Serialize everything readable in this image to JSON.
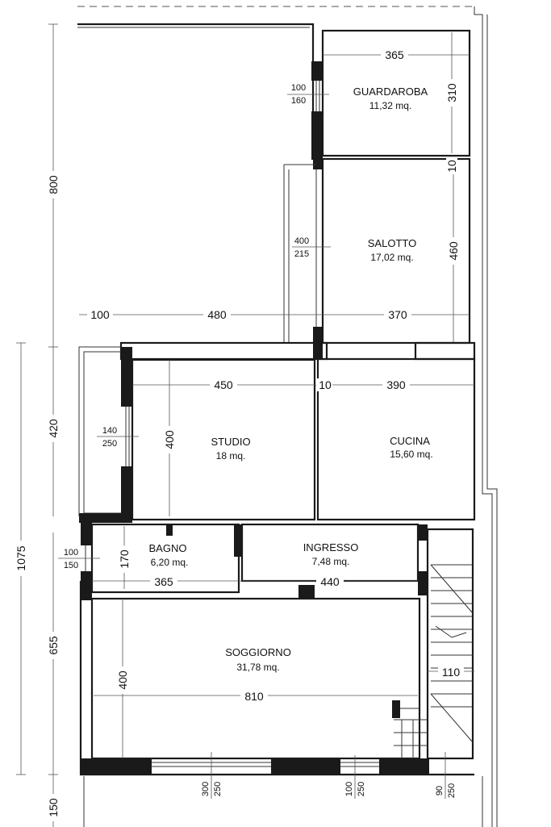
{
  "rooms": {
    "guardaroba": {
      "name": "GUARDAROBA",
      "area": "11,32 mq."
    },
    "salotto": {
      "name": "SALOTTO",
      "area": "17,02 mq."
    },
    "studio": {
      "name": "STUDIO",
      "area": "18 mq."
    },
    "cucina": {
      "name": "CUCINA",
      "area": "15,60 mq."
    },
    "bagno": {
      "name": "BAGNO",
      "area": "6,20 mq."
    },
    "ingresso": {
      "name": "INGRESSO",
      "area": "7,48 mq."
    },
    "soggiorno": {
      "name": "SOGGIORNO",
      "area": "31,78 mq."
    }
  },
  "dimensions": {
    "guardaroba_width": "365",
    "guardaroba_depth": "310",
    "guardaroba_wall": "10",
    "guardaroba_door_top": "100",
    "guardaroba_door_bottom": "160",
    "salotto_depth": "460",
    "salotto_window_top": "400",
    "salotto_window_bottom": "215",
    "row_left": "100",
    "row_mid": "480",
    "salotto_width": "370",
    "studio_width": "450",
    "partition": "10",
    "cucina_width": "390",
    "studio_depth": "400",
    "studio_window_top": "140",
    "studio_window_bottom": "250",
    "bagno_window_top": "100",
    "bagno_window_bottom": "150",
    "bagno_depth": "170",
    "bagno_width": "365",
    "ingresso_width": "440",
    "soggiorno_depth": "400",
    "soggiorno_width": "810",
    "stair_width": "110",
    "left_top": "800",
    "left_mid": "420",
    "left_total": "1075",
    "left_low": "655",
    "left_bottom": "150",
    "win1_top": "300",
    "win1_bottom": "250",
    "win2_top": "100",
    "win2_bottom": "250",
    "win3_top": "90",
    "win3_bottom": "250"
  }
}
